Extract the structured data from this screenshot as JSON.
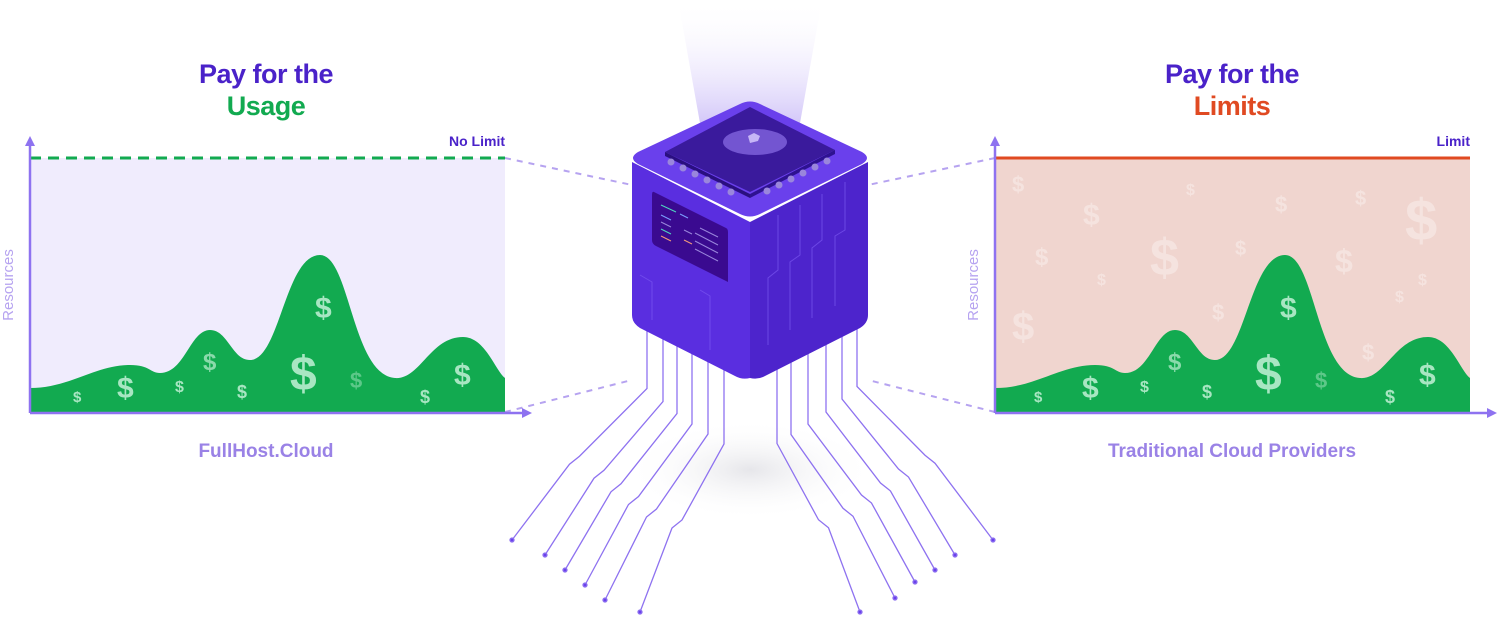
{
  "currency_symbol": "$",
  "left_panel": {
    "title_line1": "Pay for the",
    "title_line2": "Usage",
    "limit_label": "No Limit",
    "y_axis_label": "Resources",
    "caption": "FullHost.Cloud"
  },
  "right_panel": {
    "title_line1": "Pay for the",
    "title_line2": "Limits",
    "limit_label": "Limit",
    "y_axis_label": "Resources",
    "caption": "Traditional Cloud Providers"
  },
  "colors": {
    "purple": "#4a22c9",
    "green": "#12aa50",
    "red": "#e04a22",
    "axis": "#8e72f0",
    "usage_bg": "#f0ecfd",
    "limits_bg": "#f0d5cf",
    "cube": "#5a2ee0"
  }
}
